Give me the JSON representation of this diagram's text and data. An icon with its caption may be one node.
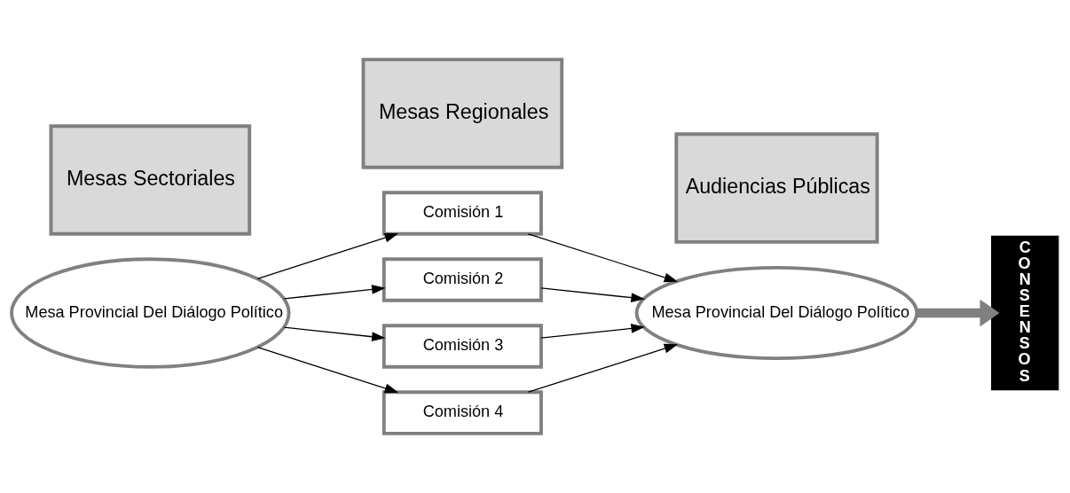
{
  "diagram": {
    "nodes": [
      {
        "text": [
          "Mesa Provincial Del Diálogo Político"
        ]
      },
      {
        "text": [
          "Comisión 1"
        ]
      },
      {
        "text": [
          "Comisión 2"
        ]
      },
      {
        "text": [
          "Comisión 3"
        ]
      },
      {
        "text": [
          "Comisión 4"
        ]
      },
      {
        "text": [
          "Mesa Provincial Del Diálogo Político"
        ]
      },
      {
        "text": [
          "C O N S E N S O S"
        ]
      },
      {
        "text": [
          "Mesas Sectoriales"
        ]
      },
      {
        "text": [
          "Mesas Regionales"
        ]
      },
      {
        "text": [
          "Audiencias Públicas"
        ]
      }
    ],
    "edges": [
      {
        "from": 0,
        "to": 1,
        "arrow": "to"
      },
      {
        "from": 0,
        "to": 2,
        "arrow": "to"
      },
      {
        "from": 0,
        "to": 3,
        "arrow": "to"
      },
      {
        "from": 0,
        "to": 4,
        "arrow": "to"
      },
      {
        "from": 1,
        "to": 5,
        "arrow": "to"
      },
      {
        "from": 2,
        "to": 5,
        "arrow": "to"
      },
      {
        "from": 3,
        "to": 5,
        "arrow": "to"
      },
      {
        "from": 4,
        "to": 5,
        "arrow": "to"
      },
      {
        "from": 5,
        "to": 6,
        "arrow": "to",
        "style": "thick",
        "color": "#808080"
      }
    ]
  }
}
